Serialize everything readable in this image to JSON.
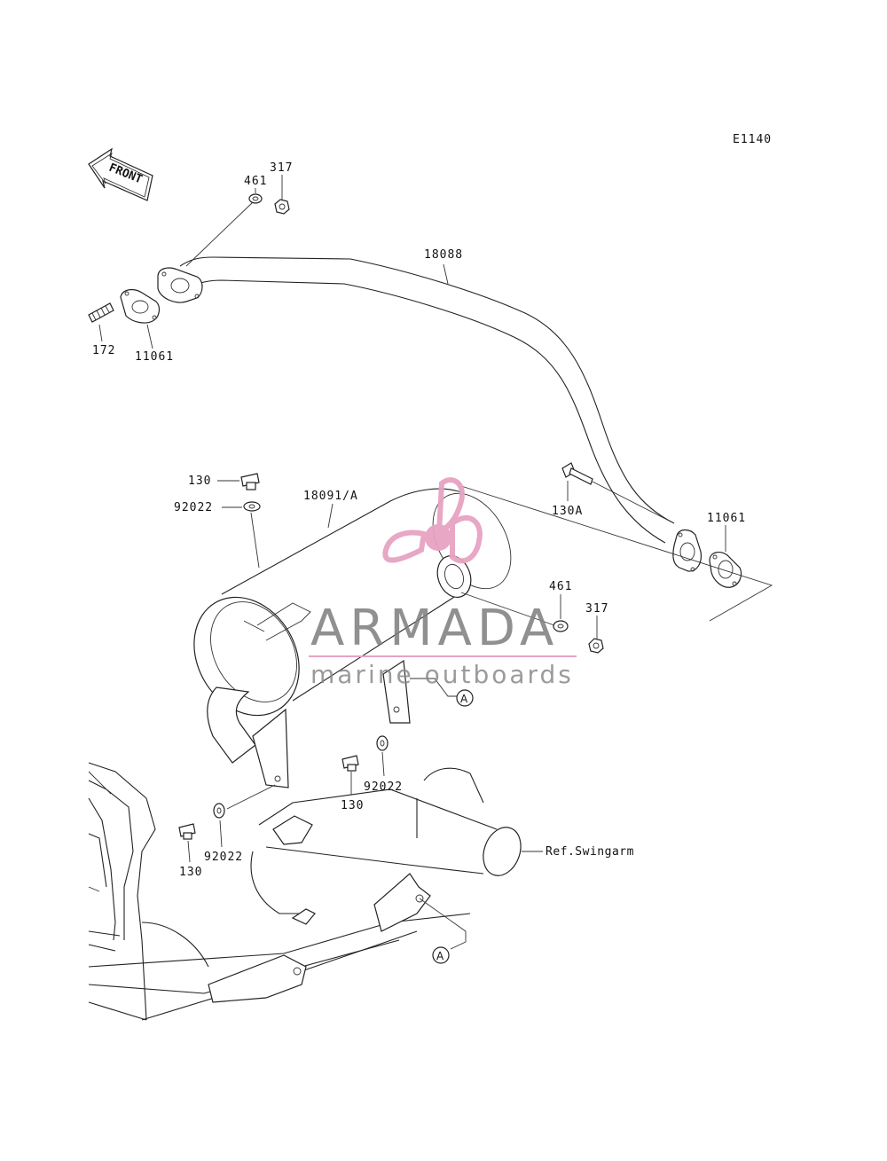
{
  "diagram": {
    "code": "E1140",
    "front_label": "FRONT",
    "reference_label": "Ref.Swingarm",
    "connector_marker": "A",
    "parts": {
      "bolt_130_top": "130",
      "washer_92022_top": "92022",
      "muffler": "18091/A",
      "exhaust_pipe": "18088",
      "stud_172": "172",
      "gasket_11061_left": "11061",
      "washer_461_top": "461",
      "nut_317_top": "317",
      "bolt_130a": "130A",
      "gasket_11061_right": "11061",
      "washer_461_right": "461",
      "nut_317_right": "317",
      "washer_92022_mid": "92022",
      "bolt_130_mid": "130",
      "washer_92022_bottom": "92022",
      "bolt_130_bottom": "130"
    }
  },
  "watermark": {
    "brand": "ARMADA",
    "tagline": "marine outboards",
    "accent_color": "#e6a3c2",
    "text_color": "#7d7d7d"
  }
}
